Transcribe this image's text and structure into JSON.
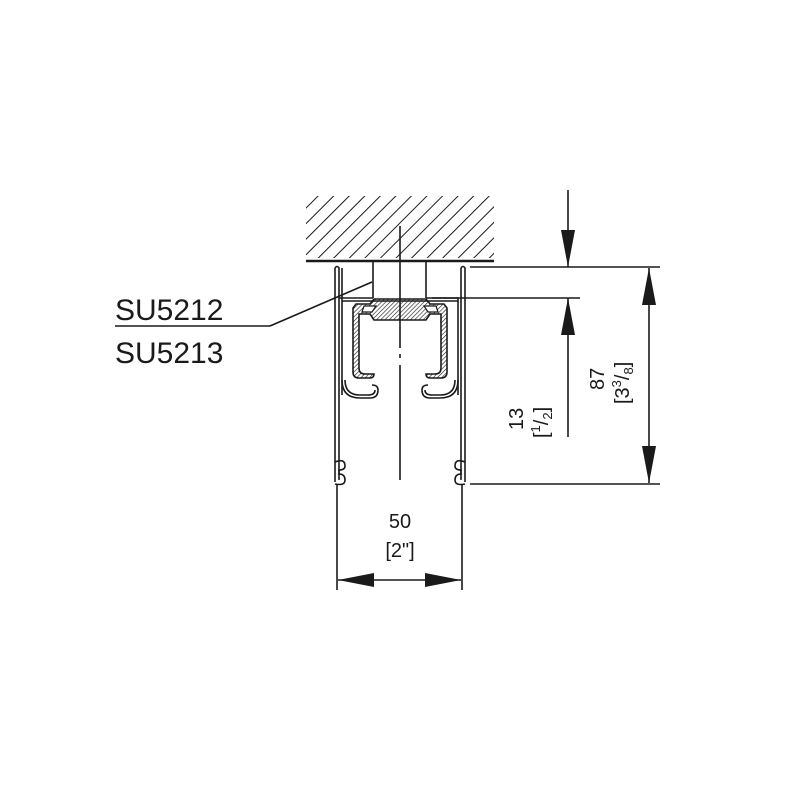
{
  "diagram": {
    "type": "technical-cross-section",
    "subject": "Sliding door top track profile mounted to ceiling",
    "colors": {
      "line": "#1a1a1a",
      "background": "#ffffff",
      "hatch": "#1a1a1a"
    },
    "part_labels": [
      {
        "id": "SU5212",
        "text": "SU5212"
      },
      {
        "id": "SU5213",
        "text": "SU5213"
      }
    ],
    "dimensions": {
      "width": {
        "metric": "50",
        "imperial": "[2\"]"
      },
      "height_total": {
        "metric": "87",
        "imperial_open": "[3",
        "imperial_sup": "3",
        "imperial_slash": "/",
        "imperial_sub": "8",
        "imperial_close": "]"
      },
      "height_top": {
        "metric": "13",
        "imperial_open": "[",
        "imperial_sup": "1",
        "imperial_slash": "/",
        "imperial_sub": "2",
        "imperial_close": "]"
      }
    },
    "elements": {
      "ceiling": "hatched ceiling block",
      "track": "outer aluminium track profile",
      "carrier": "inner hatched carrier profile",
      "centerline": "dash-dot centre line"
    }
  }
}
